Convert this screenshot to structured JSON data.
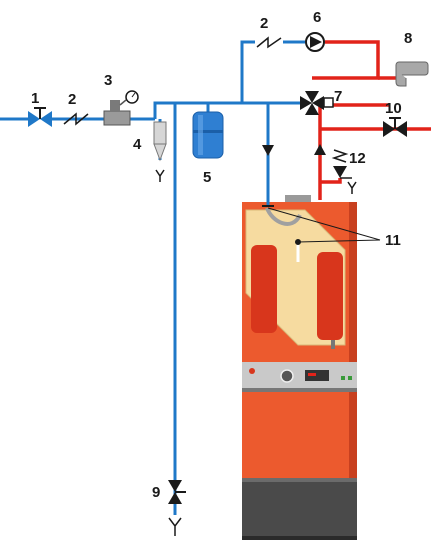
{
  "colors": {
    "cold_pipe": "#1f78c8",
    "hot_pipe": "#e2231a",
    "boiler_body": "#ec5a2e",
    "boiler_shade": "#c8401f",
    "boiler_base": "#4a4a4a",
    "tank_cutaway": "#f6dba0",
    "expansion_vessel": "#2f7fd2",
    "label_text": "#1a1a1a"
  },
  "callouts": {
    "c1": "1",
    "c2a": "2",
    "c2b": "2",
    "c3": "3",
    "c4": "4",
    "c5": "5",
    "c6": "6",
    "c7": "7",
    "c8": "8",
    "c9": "9",
    "c10": "10",
    "c11": "11",
    "c12": "12"
  },
  "icons": {
    "shutoff_valve": "valve-icon",
    "check_valve": "check-valve-icon",
    "pressure_reducer": "pressure-gauge-icon",
    "filter": "filter-icon",
    "expansion_vessel": "expansion-vessel-icon",
    "circulation_pump": "pump-icon",
    "mixing_valve": "three-way-valve-icon",
    "tap": "faucet-icon",
    "drain": "drain-icon",
    "safety_valve": "safety-valve-icon",
    "sensor": "temperature-sensor-icon",
    "boiler": "water-heater-icon"
  }
}
